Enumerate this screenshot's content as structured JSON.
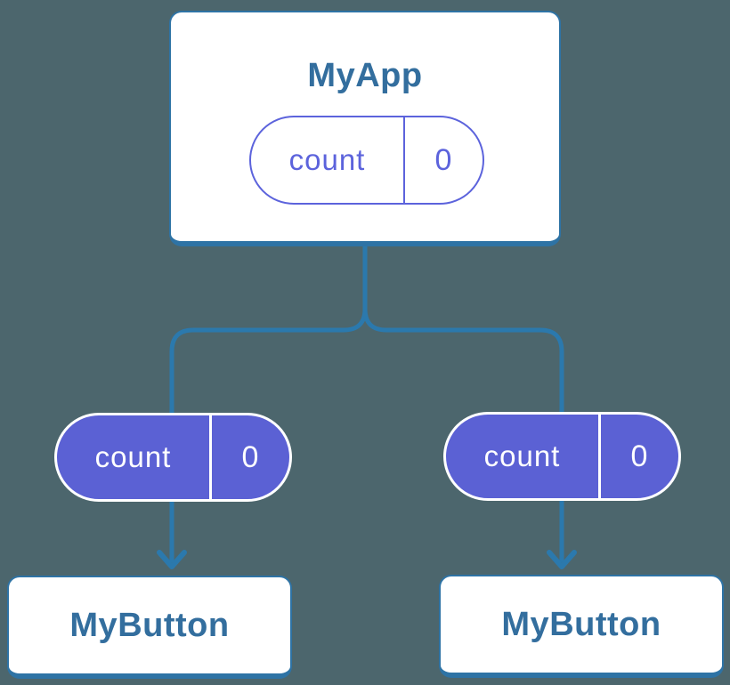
{
  "colors": {
    "background": "#4C666D",
    "connector_blue": "#2B79AD",
    "card_border_blue": "#2E73A5",
    "node_title_blue": "#336E9E",
    "pill_purple": "#5B61D4",
    "pill_outline_purple": "#5C63DC",
    "card_bg": "#FFFFFF",
    "pill_text_white": "#FFFFFF"
  },
  "nodes": {
    "root": {
      "title": "MyApp",
      "state": {
        "name": "count",
        "value": "0"
      }
    },
    "children": [
      {
        "title": "MyButton",
        "state": {
          "name": "count",
          "value": "0"
        }
      },
      {
        "title": "MyButton",
        "state": {
          "name": "count",
          "value": "0"
        }
      }
    ]
  }
}
